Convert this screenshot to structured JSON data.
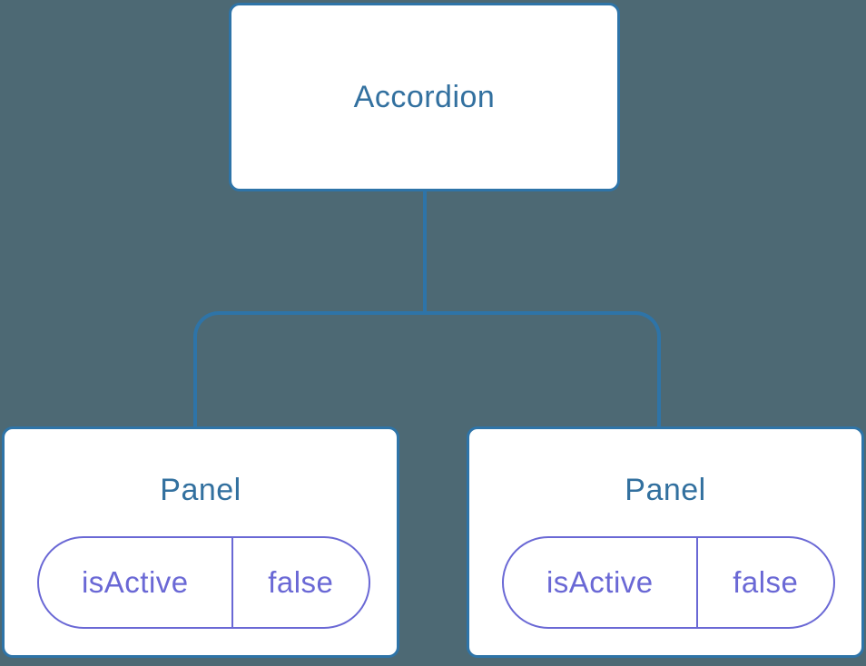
{
  "diagram": {
    "type": "component-tree",
    "root": {
      "label": "Accordion"
    },
    "children": [
      {
        "label": "Panel",
        "state": {
          "key": "isActive",
          "value": "false"
        }
      },
      {
        "label": "Panel",
        "state": {
          "key": "isActive",
          "value": "false"
        }
      }
    ]
  },
  "colors": {
    "background": "#4d6974",
    "node_background": "#ffffff",
    "node_border": "#2e74a8",
    "connector": "#2e74a8",
    "node_text": "#32709f",
    "state_accent": "#6a68d5"
  }
}
